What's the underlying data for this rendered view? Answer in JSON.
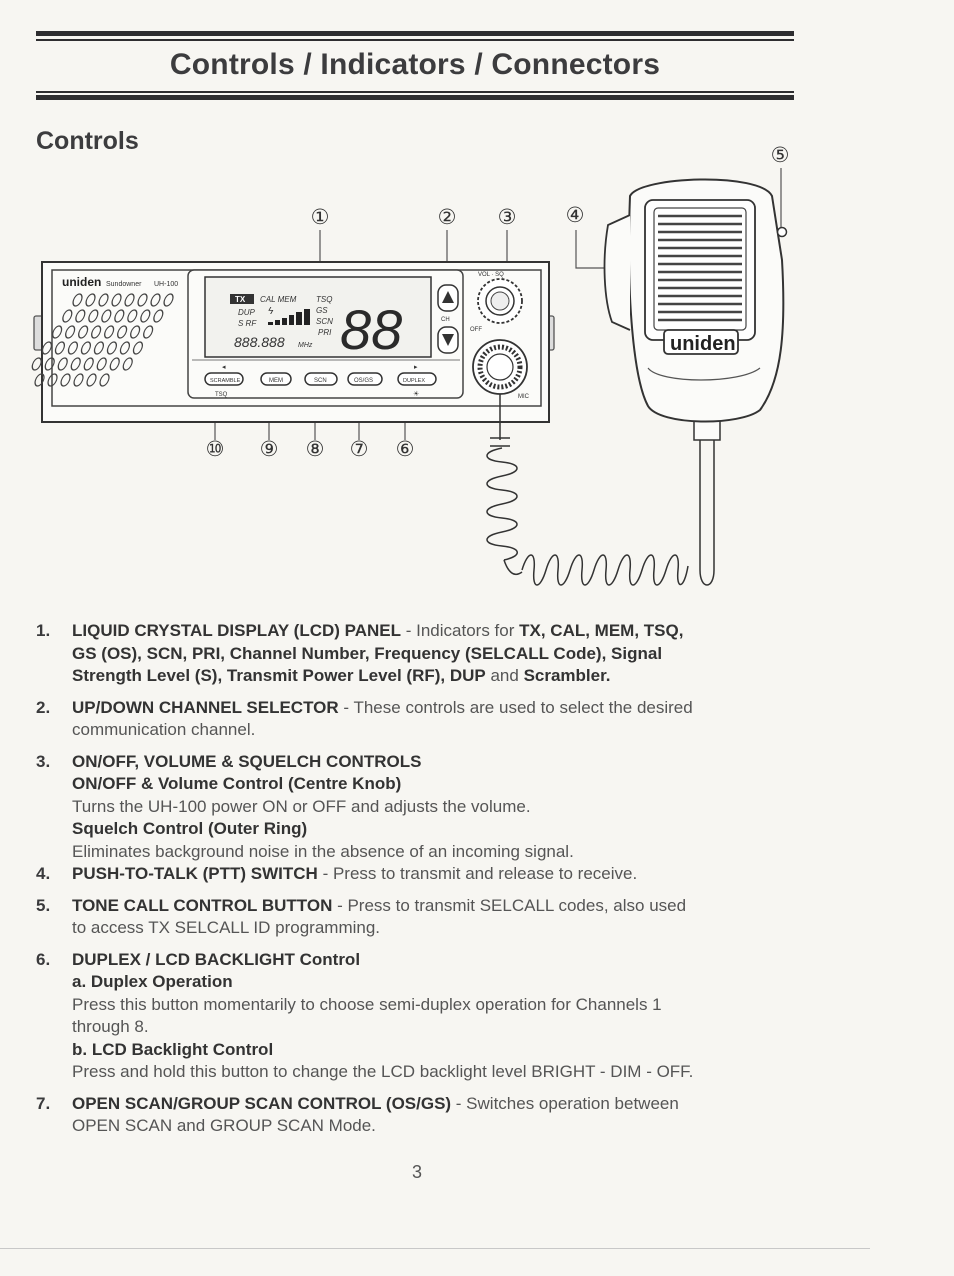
{
  "header": {
    "title": "Controls / Indicators / Connectors"
  },
  "section_title": "Controls",
  "figure": {
    "callouts": [
      "①",
      "②",
      "③",
      "④",
      "⑤",
      "⑥",
      "⑦",
      "⑧",
      "⑨",
      "⑩"
    ],
    "radio": {
      "brand": "uniden",
      "model_name": "Sundowner",
      "model_number": "UH-100",
      "lcd_labels": {
        "tx": "TX",
        "cal_mem": "CAL MEM",
        "dup": "DUP",
        "srf": "S RF",
        "tsq": "TSQ",
        "gs": "GS",
        "scn": "SCN",
        "pri": "PRI",
        "freq": "888.888",
        "mhz": "MHz",
        "channel": "88"
      },
      "buttons": {
        "scramble": "SCRAMBLE",
        "mem": "MEM",
        "scn": "SCN",
        "osgs": "OS/GS",
        "duplex": "DUPLEX"
      },
      "sub_labels": {
        "tsq": "TSQ",
        "ch": "CH",
        "off": "OFF",
        "vol_sq": "VOL · SQ",
        "mic": "MIC"
      }
    },
    "mic": {
      "brand": "uniden"
    }
  },
  "items": [
    {
      "num": "1.",
      "lines": [
        [
          {
            "b": "LIQUID CRYSTAL DISPLAY (LCD) PANEL"
          },
          {
            "t": " - Indicators for "
          },
          {
            "b": "TX, CAL, MEM, TSQ,"
          }
        ],
        [
          {
            "b": "GS (OS), SCN, PRI, Channel Number, Frequency (SELCALL Code), Signal"
          }
        ],
        [
          {
            "b": "Strength Level (S), Transmit Power Level (RF), DUP"
          },
          {
            "t": " and "
          },
          {
            "b": "Scrambler."
          }
        ]
      ]
    },
    {
      "num": "2.",
      "lines": [
        [
          {
            "b": "UP/DOWN CHANNEL SELECTOR"
          },
          {
            "t": " - These controls are used to select the desired"
          }
        ],
        [
          {
            "t": "communication channel."
          }
        ]
      ]
    },
    {
      "num": "3.",
      "lines": [
        [
          {
            "b": "ON/OFF, VOLUME & SQUELCH CONTROLS"
          }
        ],
        [
          {
            "b": "ON/OFF & Volume Control (Centre Knob)"
          }
        ],
        [
          {
            "t": "Turns the UH-100 power ON or OFF and adjusts the volume."
          }
        ],
        [
          {
            "b": "Squelch Control (Outer Ring)"
          }
        ],
        [
          {
            "t": "Eliminates background noise in the absence of an incoming signal."
          }
        ]
      ]
    },
    {
      "num": "4.",
      "nospace": true,
      "lines": [
        [
          {
            "b": "PUSH-TO-TALK (PTT) SWITCH"
          },
          {
            "t": " - Press to transmit and release to receive."
          }
        ]
      ]
    },
    {
      "num": "5.",
      "lines": [
        [
          {
            "b": "TONE CALL CONTROL BUTTON"
          },
          {
            "t": " - Press to transmit SELCALL codes, also used"
          }
        ],
        [
          {
            "t": "to access TX SELCALL ID programming."
          }
        ]
      ]
    },
    {
      "num": "6.",
      "lines": [
        [
          {
            "b": "DUPLEX / LCD BACKLIGHT Control"
          }
        ],
        [
          {
            "b": "a. Duplex Operation"
          }
        ],
        [
          {
            "t": "Press this button momentarily to choose semi-duplex operation for Channels 1"
          }
        ],
        [
          {
            "t": "through 8."
          }
        ],
        [
          {
            "b": "b. LCD Backlight Control"
          }
        ],
        [
          {
            "t": "Press and hold this button to change the LCD backlight level BRIGHT - DIM - OFF."
          }
        ]
      ]
    },
    {
      "num": "7.",
      "lines": [
        [
          {
            "b": "OPEN SCAN/GROUP SCAN CONTROL (OS/GS)"
          },
          {
            "t": " - Switches operation between"
          }
        ],
        [
          {
            "t": "OPEN SCAN and GROUP SCAN Mode."
          }
        ]
      ]
    }
  ],
  "page_number": "3"
}
